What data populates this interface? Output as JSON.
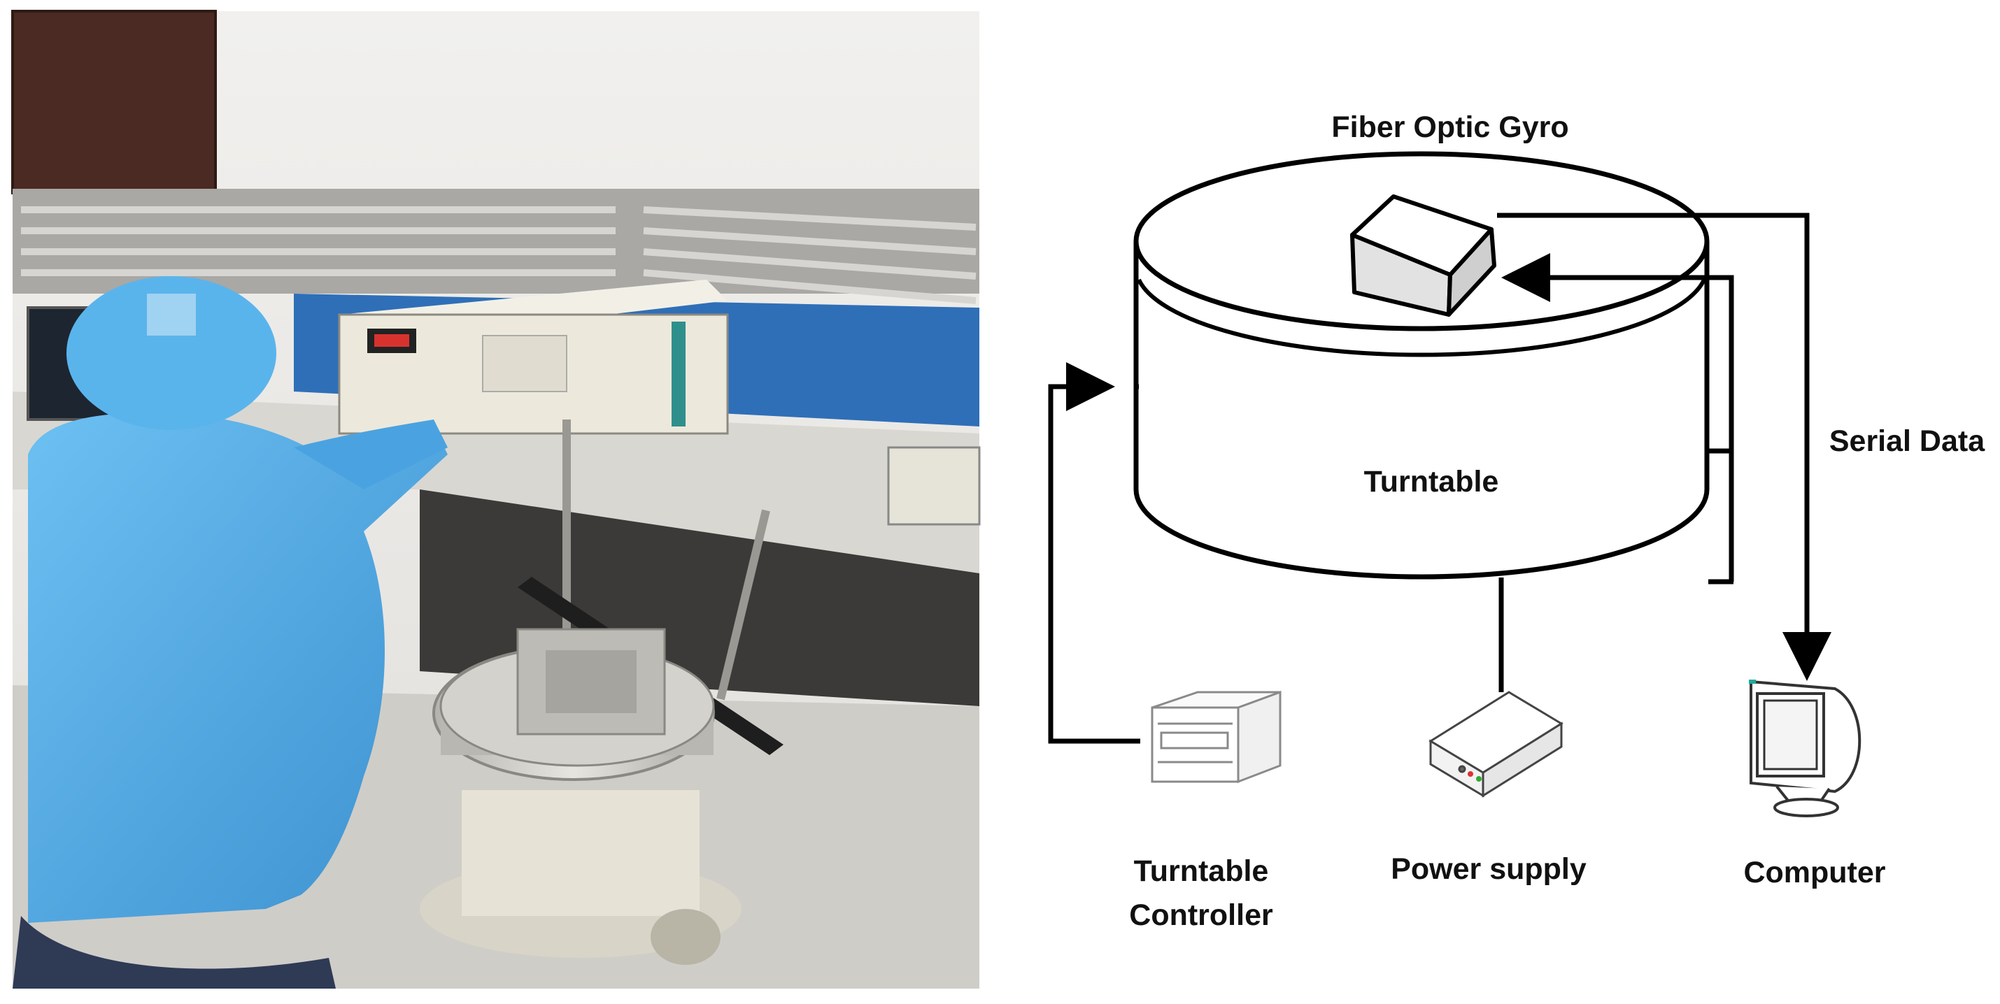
{
  "labels": {
    "gyro": "Fiber Optic Gyro",
    "turntable": "Turntable",
    "serial_data": "Serial Data",
    "controller_line1": "Turntable",
    "controller_line2": "Controller",
    "power_supply": "Power supply",
    "computer": "Computer"
  },
  "colors": {
    "line": "#000000",
    "gyro_top": "#ffffff",
    "gyro_face": "#e2e2e2",
    "gyro_side": "#cfcfcf",
    "suit_blue": "#5aaee6",
    "wall": "#ecebe8",
    "desk": "#d9d7d2",
    "floor": "#cfcdc8",
    "turntable_metal": "#c9c7c1"
  },
  "icons": {
    "photo": "lab-photo",
    "controller": "turntable-controller-icon",
    "power": "power-supply-icon",
    "computer": "computer-monitor-icon"
  }
}
